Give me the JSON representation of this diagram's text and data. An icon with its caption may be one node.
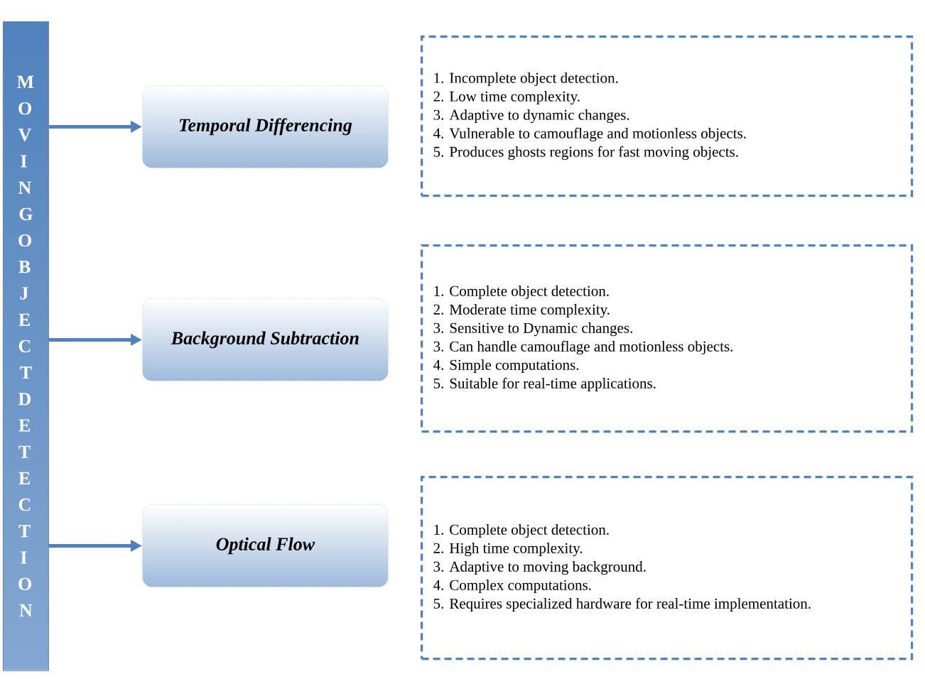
{
  "diagram": {
    "nodes": [
      {
        "text": [
          "MOVING OBJECT DETECTION"
        ]
      },
      {
        "text": [
          "Temporal Differencing"
        ]
      },
      {
        "text": [
          "Background Subtraction"
        ]
      },
      {
        "text": [
          "Optical Flow"
        ]
      },
      {
        "text": [
          "1. Incomplete object detection.",
          "2. Low time complexity.",
          "3. Adaptive to dynamic changes.",
          "4. Vulnerable to camouflage and motionless objects.",
          "5. Produces ghosts regions for fast moving objects."
        ]
      },
      {
        "text": [
          "1. Complete object detection.",
          "2. Moderate time complexity.",
          "3. Sensitive to Dynamic changes.",
          "3. Can handle camouflage and motionless objects.",
          "4. Simple computations.",
          "5. Suitable for real-time applications."
        ]
      },
      {
        "text": [
          "1. Complete object detection.",
          "2. High time complexity.",
          "3. Adaptive to moving background.",
          "4. Complex computations.",
          "5. Requires specialized hardware for real-time implementation."
        ]
      }
    ],
    "edges": [
      {
        "from": 0,
        "to": 1,
        "arrow": "to"
      },
      {
        "from": 0,
        "to": 2,
        "arrow": "to"
      },
      {
        "from": 0,
        "to": 3,
        "arrow": "to"
      }
    ]
  }
}
